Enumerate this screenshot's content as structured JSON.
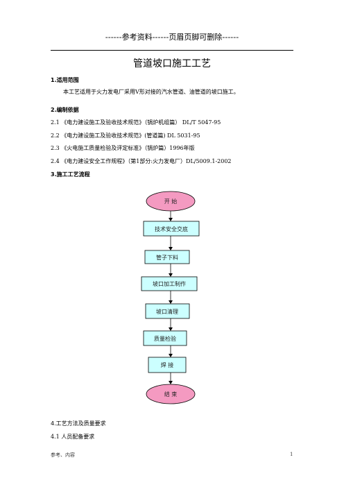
{
  "header": {
    "text": "------参考资料------页眉页脚可删除------"
  },
  "title": "管道坡口施工工艺",
  "sections": {
    "s1": {
      "heading": "1.适用范围",
      "body": "本工艺适用于火力发电厂采用Ⅴ形对接的汽水管道、油管道的坡口施工。"
    },
    "s2": {
      "heading": "2.编制依据",
      "items": [
        "2.1 《电力建设施工及验收技术规范》（锅炉机组篇） DL/T 5047-95",
        "2.2 《电力建设施工及验收技术规范》(管道篇) DL 5031-95",
        "2.3 《火电施工质量检验及评定标准》（锅炉篇）1996年版",
        "2.4 《电力建设安全工作规程》（第1部分:火力发电厂）DL/5009.1-2002"
      ]
    },
    "s3": {
      "heading": "3.施工工艺流程"
    },
    "s4": {
      "heading": "4.工艺方法及质量要求",
      "sub": "4.1 人员配备要求"
    }
  },
  "flowchart": {
    "start": "开 始",
    "steps": [
      "技术安全交底",
      "管子下料",
      "坡口加工制作",
      "坡口清理",
      "质量检验",
      "焊 接"
    ],
    "end": "结 束",
    "colors": {
      "terminal_fill": "#f49ac1",
      "step_fill": "#ccffff",
      "stroke": "#000000"
    }
  },
  "footer": {
    "left": "参考、内容",
    "page": "1"
  }
}
